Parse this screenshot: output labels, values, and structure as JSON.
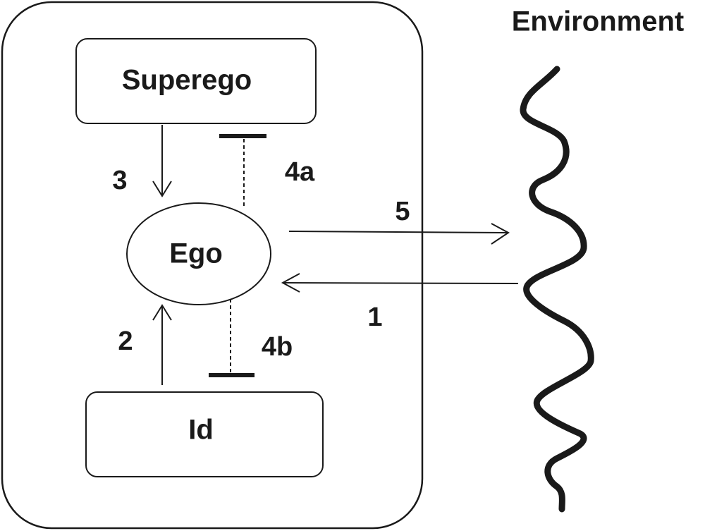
{
  "nodes": {
    "superego": "Superego",
    "ego": "Ego",
    "id": "Id"
  },
  "environment": {
    "label": "Environment"
  },
  "arrows": {
    "a1": "1",
    "a2": "2",
    "a3": "3",
    "a4a": "4a",
    "a4b": "4b",
    "a5": "5"
  },
  "colors": {
    "stroke": "#1a1a1a",
    "background": "#ffffff"
  }
}
